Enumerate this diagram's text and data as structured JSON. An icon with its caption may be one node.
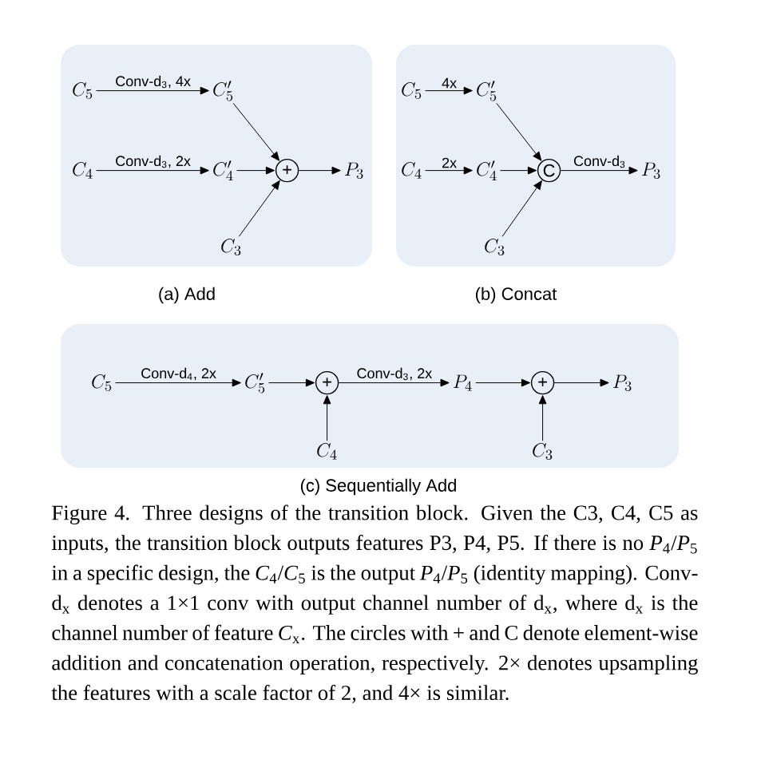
{
  "diagram": {
    "caption": "Figure 4. Three designs of the transition block. Given the C3, C4, C5 as inputs, the transition block outputs features P3, P4, P5. If there is no *P*$_{4}$/*P*$_{5}$ in a specific design, the *C*$_{4}$/*C*$_{5}$ is the output *P*$_{4}$/*P*$_{5}$ (identity mapping). Conv-d$_{x}$ denotes a 1×1 conv with output channel number of d$_{x}$, where d$_{x}$ is the channel number of feature *C*$_{x}$. The circles with + and C denote element-wise addition and concatenation operation, respectively. 2× denotes upsampling the features with a scale factor of 2, and 4× is similar.",
    "nodes": [
      {
        "text": [
          "(a) Add"
        ]
      },
      {
        "text": [
          "C_5"
        ],
        "in": 0
      },
      {
        "text": [
          "C'_5"
        ],
        "in": 0
      },
      {
        "text": [
          "C_4"
        ],
        "in": 0
      },
      {
        "text": [
          "C'_4"
        ],
        "in": 0
      },
      {
        "text": [
          "+"
        ],
        "in": 0
      },
      {
        "text": [
          "P_3"
        ],
        "in": 0
      },
      {
        "text": [
          "C_3"
        ],
        "in": 0
      },
      {
        "text": [
          "(b) Concat"
        ]
      },
      {
        "text": [
          "C_5"
        ],
        "in": 8
      },
      {
        "text": [
          "C'_5"
        ],
        "in": 8
      },
      {
        "text": [
          "C_4"
        ],
        "in": 8
      },
      {
        "text": [
          "C'_4"
        ],
        "in": 8
      },
      {
        "text": [
          "C"
        ],
        "in": 8
      },
      {
        "text": [
          "P_3"
        ],
        "in": 8
      },
      {
        "text": [
          "C_3"
        ],
        "in": 8
      },
      {
        "text": [
          "(c) Sequentially Add"
        ]
      },
      {
        "text": [
          "C_5"
        ],
        "in": 16
      },
      {
        "text": [
          "C'_5"
        ],
        "in": 16
      },
      {
        "text": [
          "+"
        ],
        "in": 16
      },
      {
        "text": [
          "P_4"
        ],
        "in": 16
      },
      {
        "text": [
          "+"
        ],
        "in": 16
      },
      {
        "text": [
          "P_3"
        ],
        "in": 16
      },
      {
        "text": [
          "C_4"
        ],
        "in": 16
      },
      {
        "text": [
          "C_3"
        ],
        "in": 16
      }
    ],
    "edges": [
      {
        "from": 1,
        "to": 2,
        "arrow": "to",
        "label": "Conv-d$_{3}$, 4x"
      },
      {
        "from": 3,
        "to": 4,
        "arrow": "to",
        "label": "Conv-d$_{3}$, 2x"
      },
      {
        "from": 2,
        "to": 5,
        "arrow": "to"
      },
      {
        "from": 4,
        "to": 5,
        "arrow": "to"
      },
      {
        "from": 7,
        "to": 5,
        "arrow": "to"
      },
      {
        "from": 5,
        "to": 6,
        "arrow": "to"
      },
      {
        "from": 9,
        "to": 10,
        "arrow": "to",
        "label": "4x"
      },
      {
        "from": 11,
        "to": 12,
        "arrow": "to",
        "label": "2x"
      },
      {
        "from": 10,
        "to": 13,
        "arrow": "to"
      },
      {
        "from": 12,
        "to": 13,
        "arrow": "to"
      },
      {
        "from": 15,
        "to": 13,
        "arrow": "to"
      },
      {
        "from": 13,
        "to": 14,
        "arrow": "to",
        "label": "Conv-d$_{3}$"
      },
      {
        "from": 17,
        "to": 18,
        "arrow": "to",
        "label": "Conv-d$_{4}$, 2x"
      },
      {
        "from": 18,
        "to": 19,
        "arrow": "to"
      },
      {
        "from": 19,
        "to": 20,
        "arrow": "to",
        "label": "Conv-d$_{3}$, 2x"
      },
      {
        "from": 20,
        "to": 21,
        "arrow": "to"
      },
      {
        "from": 21,
        "to": 22,
        "arrow": "to"
      },
      {
        "from": 23,
        "to": 19,
        "arrow": "to"
      },
      {
        "from": 24,
        "to": 21,
        "arrow": "to"
      }
    ]
  }
}
